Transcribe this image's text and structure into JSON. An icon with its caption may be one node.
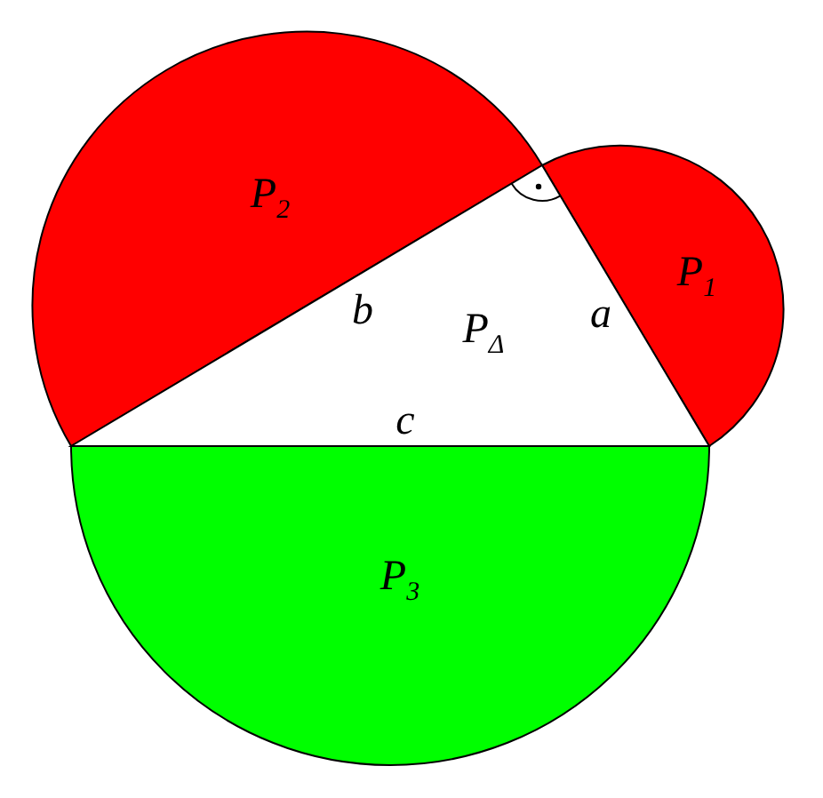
{
  "diagram": {
    "nodes": [
      {
        "text": [
          "P$_{2}$"
        ]
      },
      {
        "text": [
          "P$_{1}$"
        ]
      },
      {
        "text": [
          "P$_{Δ}$"
        ]
      },
      {
        "text": [
          "P$_{3}$"
        ]
      }
    ],
    "labels": [
      "b",
      "a",
      "c"
    ]
  }
}
